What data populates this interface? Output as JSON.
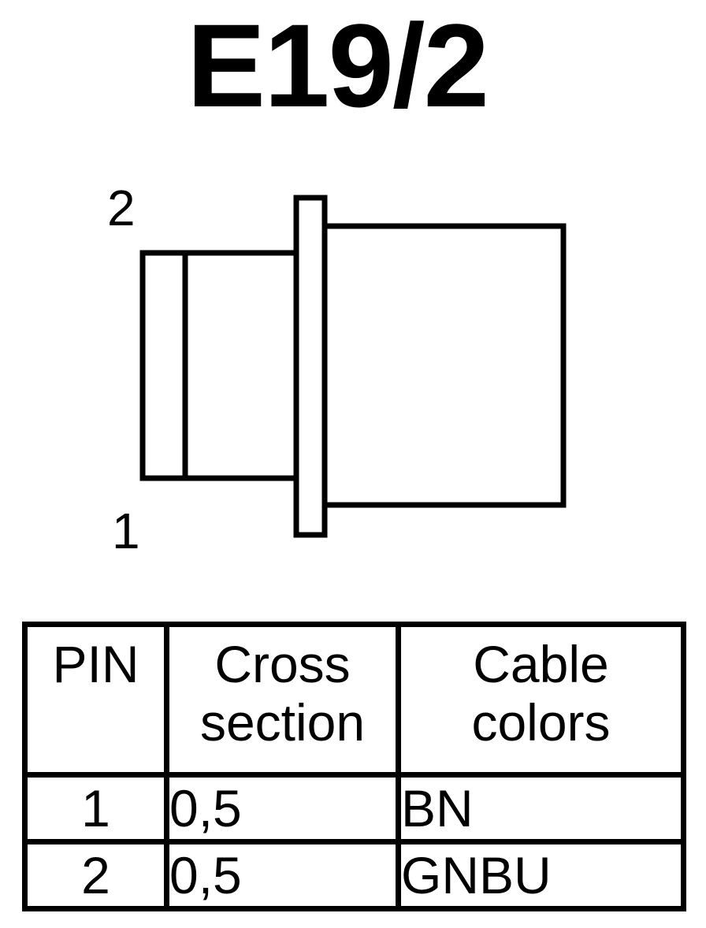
{
  "title": "E19/2",
  "connector": {
    "pin_top_label": "2",
    "pin_bottom_label": "1"
  },
  "table": {
    "headers": {
      "pin": "PIN",
      "cross_section_line1": "Cross",
      "cross_section_line2": "section",
      "cable_colors_line1": "Cable",
      "cable_colors_line2": "colors"
    },
    "rows": [
      {
        "pin": "1",
        "cross_section": "0,5",
        "color": "BN"
      },
      {
        "pin": "2",
        "cross_section": "0,5",
        "color": "GNBU"
      }
    ]
  },
  "colors": {
    "ink": "#000000",
    "background": "#ffffff"
  }
}
